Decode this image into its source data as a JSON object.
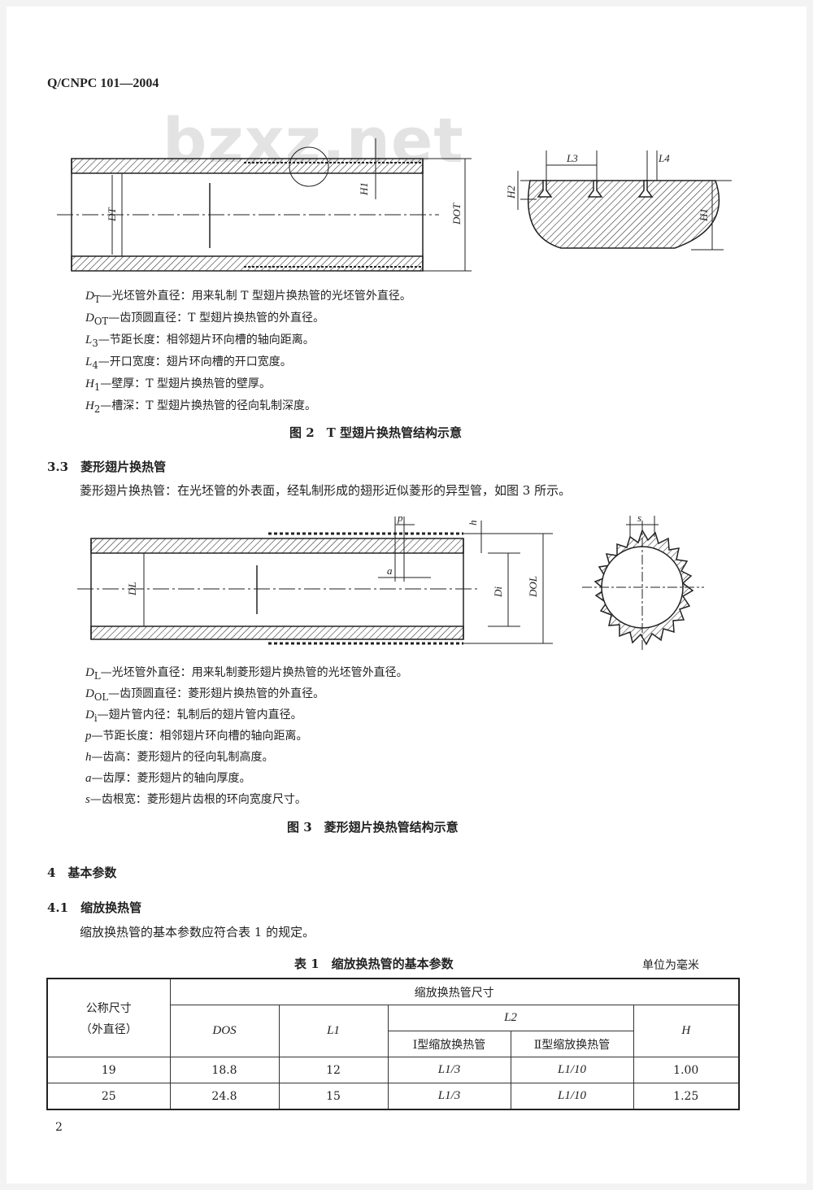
{
  "header": "Q/CNPC 101—2004",
  "watermark": "bzxz.net",
  "fig2": {
    "labels": {
      "H1": "H1",
      "DT": "DT",
      "DOT": "DOT",
      "L3": "L3",
      "L4": "L4",
      "H2": "H2",
      "H1r": "H1"
    },
    "defs": [
      {
        "sym": "D",
        "sub": "T",
        "text": "—光坯管外直径：用来轧制 T 型翅片换热管的光坯管外直径。"
      },
      {
        "sym": "D",
        "sub": "OT",
        "text": "—齿顶圆直径：T 型翅片换热管的外直径。"
      },
      {
        "sym": "L",
        "sub": "3",
        "text": "—节距长度：相邻翅片环向槽的轴向距离。"
      },
      {
        "sym": "L",
        "sub": "4",
        "text": "—开口宽度：翅片环向槽的开口宽度。"
      },
      {
        "sym": "H",
        "sub": "1",
        "text": "—壁厚：T 型翅片换热管的壁厚。"
      },
      {
        "sym": "H",
        "sub": "2",
        "text": "—槽深：T 型翅片换热管的径向轧制深度。"
      }
    ],
    "caption": "图 2　T 型翅片换热管结构示意"
  },
  "sec33": {
    "heading": "3.3　菱形翅片换热管",
    "para": "菱形翅片换热管：在光坯管的外表面，经轧制形成的翅形近似菱形的异型管，如图 3 所示。"
  },
  "fig3": {
    "labels": {
      "p": "p",
      "h": "h",
      "a": "a",
      "DL": "DL",
      "Di": "Di",
      "DOL": "DOL",
      "s": "s"
    },
    "defs": [
      {
        "sym": "D",
        "sub": "L",
        "text": "—光坯管外直径：用来轧制菱形翅片换热管的光坯管外直径。"
      },
      {
        "sym": "D",
        "sub": "OL",
        "text": "—齿顶圆直径：菱形翅片换热管的外直径。"
      },
      {
        "sym": "D",
        "sub": "i",
        "text": "—翅片管内径：轧制后的翅片管内直径。"
      },
      {
        "sym": "p",
        "sub": "",
        "text": "—节距长度：相邻翅片环向槽的轴向距离。"
      },
      {
        "sym": "h",
        "sub": "",
        "text": "—齿高：菱形翅片的径向轧制高度。"
      },
      {
        "sym": "a",
        "sub": "",
        "text": "—齿厚：菱形翅片的轴向厚度。"
      },
      {
        "sym": "s",
        "sub": "",
        "text": "—齿根宽：菱形翅片齿根的环向宽度尺寸。"
      }
    ],
    "caption": "图 3　菱形翅片换热管结构示意"
  },
  "sec4": {
    "heading": "4　基本参数"
  },
  "sec41": {
    "heading": "4.1　缩放换热管",
    "para": "缩放换热管的基本参数应符合表 1 的规定。"
  },
  "table1": {
    "caption": "表 1　缩放换热管的基本参数",
    "unit": "单位为毫米",
    "col_nominal": "公称尺寸",
    "col_nominal2": "（外直径）",
    "group": "缩放换热管尺寸",
    "col_dos": "DOS",
    "col_l1": "L1",
    "col_l2": "L2",
    "col_type1": "Ⅰ型缩放换热管",
    "col_type2": "Ⅱ型缩放换热管",
    "col_h": "H",
    "rows": [
      [
        "19",
        "18.8",
        "12",
        "L1/3",
        "L1/10",
        "1.00"
      ],
      [
        "25",
        "24.8",
        "15",
        "L1/3",
        "L1/10",
        "1.25"
      ]
    ]
  },
  "page_number": "2"
}
